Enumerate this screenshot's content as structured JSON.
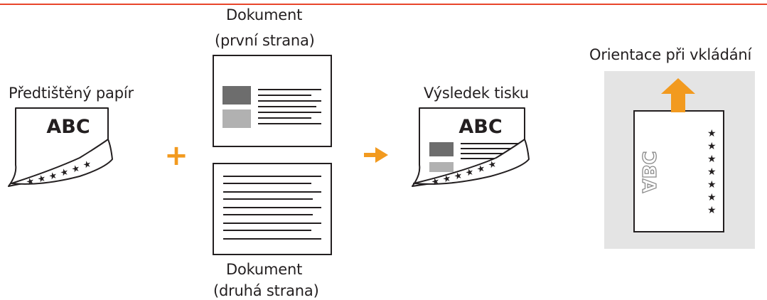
{
  "colors": {
    "accent_line": "#e8462b",
    "arrow_orange": "#f29a1f",
    "insert_background": "#e4e4e4",
    "dark_block": "#6d6d6d",
    "light_block": "#b1b1b1",
    "outline": "#231f20"
  },
  "labels": {
    "preprinted_paper": "Předtištěný papír",
    "document_first_title": "Dokument",
    "document_first_sub": "(první strana)",
    "document_second_title": "Dokument",
    "document_second_sub": "(druhá strana)",
    "print_result": "Výsledek tisku",
    "loading_orientation": "Orientace při vkládání"
  },
  "paper_text": {
    "preprinted": "ABC",
    "result": "ABC",
    "rotated": "ABC"
  },
  "symbols": {
    "plus": "+",
    "star": "★"
  },
  "icons": {
    "join": "plus-icon",
    "leads_to": "arrow-right-icon",
    "feed_direction": "arrow-up-icon"
  }
}
